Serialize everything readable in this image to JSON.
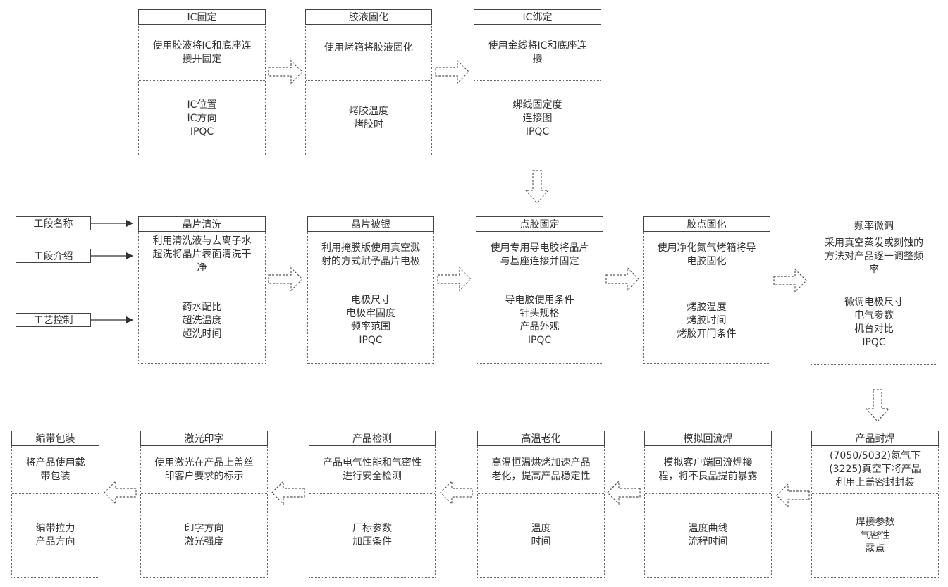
{
  "legend": {
    "stage_name": "工段名称",
    "stage_intro": "工段介绍",
    "process_control": "工艺控制"
  },
  "steps": [
    {
      "id": "ic-fix",
      "title": "IC固定",
      "desc": "使用胶液将IC和底座连\n接并固定",
      "controls": [
        "IC位置",
        "IC方向",
        "IPQC"
      ]
    },
    {
      "id": "glue-cure",
      "title": "胶液固化",
      "desc": "使用烤箱将胶液固化",
      "controls": [
        "烤胶温度",
        "烤胶时"
      ]
    },
    {
      "id": "ic-bond",
      "title": "IC绑定",
      "desc": "使用金线将IC和底座连\n接",
      "controls": [
        "绑线固定度",
        "连接图",
        "IPQC"
      ]
    },
    {
      "id": "wafer-clean",
      "title": "晶片清洗",
      "desc": "利用清洗液与去离子水\n超洗将晶片表面清洗干\n净",
      "controls": [
        "药水配比",
        "超洗温度",
        "超洗时间"
      ]
    },
    {
      "id": "wafer-silver",
      "title": "晶片被银",
      "desc": "利用掩膜版使用真空溅\n射的方式赋予晶片电极",
      "controls": [
        "电极尺寸",
        "电极牢固度",
        "频率范围",
        "IPQC"
      ]
    },
    {
      "id": "dispense-fix",
      "title": "点胶固定",
      "desc": "使用专用导电胶将晶片\n与基座连接并固定",
      "controls": [
        "导电胶使用条件",
        "针头规格",
        "产品外观",
        "IPQC"
      ]
    },
    {
      "id": "dot-cure",
      "title": "胶点固化",
      "desc": "使用净化氮气烤箱将导\n电胶固化",
      "controls": [
        "烤胶温度",
        "烤胶时间",
        "烤胶开门条件"
      ]
    },
    {
      "id": "freq-tune",
      "title": "频率微调",
      "desc": "采用真空蒸发或刻蚀的\n方法对产品逐一调整频\n率",
      "controls": [
        "微调电极尺寸",
        "电气参数",
        "机台对比",
        "IPQC"
      ]
    },
    {
      "id": "seal",
      "title": "产品封焊",
      "desc": "(7050/5032)氮气下\n(3225)真空下将产品\n利用上盖密封封装",
      "controls": [
        "焊接参数",
        "气密性",
        "露点"
      ]
    },
    {
      "id": "reflow",
      "title": "模拟回流焊",
      "desc": "模拟客户端回流焊接\n程，将不良品提前暴露",
      "controls": [
        "温度曲线",
        "流程时间"
      ]
    },
    {
      "id": "aging",
      "title": "高温老化",
      "desc": "高温恒温烘烤加速产品\n老化，提高产品稳定性",
      "controls": [
        "温度",
        "时间"
      ]
    },
    {
      "id": "inspect",
      "title": "产品检测",
      "desc": "产品电气性能和气密性\n进行安全检测",
      "controls": [
        "厂标参数",
        "加压条件"
      ]
    },
    {
      "id": "laser",
      "title": "激光印字",
      "desc": "使用激光在产品上盖丝\n印客户要求的标示",
      "controls": [
        "印字方向",
        "激光强度"
      ]
    },
    {
      "id": "tape",
      "title": "编带包装",
      "desc": "将产品使用载\n带包装",
      "controls": [
        "编带拉力",
        "产品方向"
      ]
    }
  ]
}
